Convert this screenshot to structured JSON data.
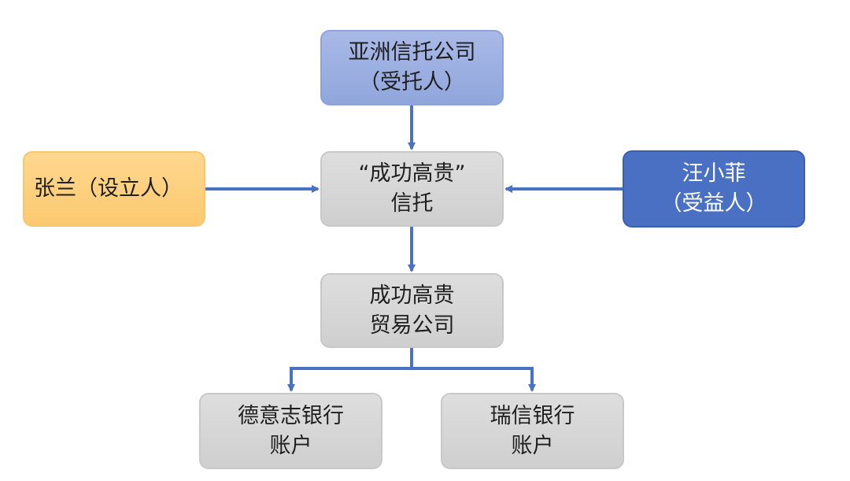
{
  "nodes": {
    "trustee": {
      "line1": "亚洲信托公司",
      "line2": "（受托人）"
    },
    "settlor": {
      "line1": "张兰（设立人）"
    },
    "trust": {
      "line1": "“成功高贵”",
      "line2": "信托"
    },
    "beneficiary": {
      "line1": "汪小菲",
      "line2": "（受益人）"
    },
    "company": {
      "line1": "成功高贵",
      "line2": "贸易公司"
    },
    "bank1": {
      "line1": "德意志银行",
      "line2": "账户"
    },
    "bank2": {
      "line1": "瑞信银行",
      "line2": "账户"
    }
  },
  "colors": {
    "trustee_fill": "#9aaee0",
    "settlor_fill": "#fdd17e",
    "trust_fill": "#d6d6d6",
    "beneficiary_fill": "#4a70c4",
    "connector": "#4a72c4"
  }
}
